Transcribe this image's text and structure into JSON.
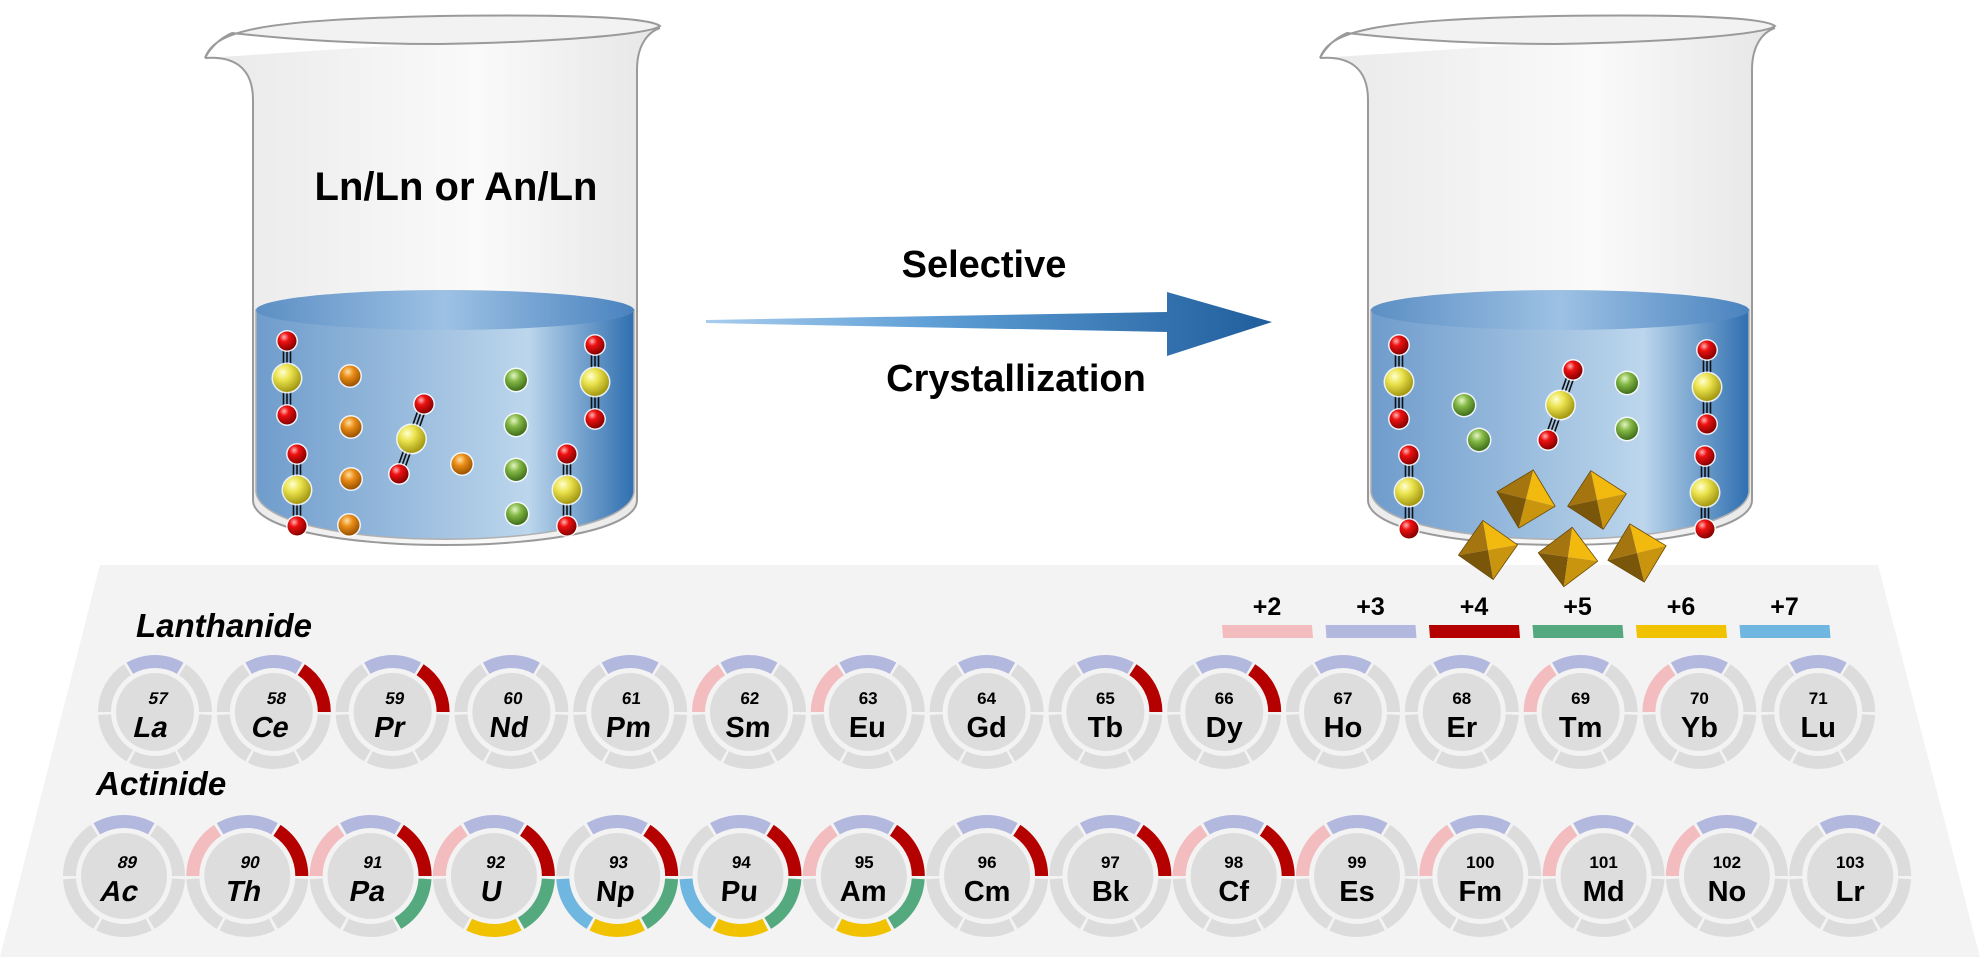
{
  "figure": {
    "left_beaker": {
      "label": "Ln/Ln or An/Ln",
      "contents": {
        "linear_dioxo_cations": 5,
        "orange_ions": 5,
        "green_ions": 4
      }
    },
    "arrow": {
      "line1": "Selective",
      "line2": "Crystallization"
    },
    "right_beaker": {
      "label": "",
      "contents": {
        "linear_dioxo_cations": 5,
        "green_ions": 4,
        "crystals": 5
      }
    }
  },
  "colors": {
    "ox2": "#f3bcbf",
    "ox3": "#b3b8df",
    "ox4": "#b50000",
    "ox5": "#55a97e",
    "ox6": "#f0c200",
    "ox7": "#6fb6e0",
    "inactive": "#dcdcdc",
    "platform": "#f3f3f3",
    "liquid_dark": "#3a77b5",
    "liquid_light": "#bcd6ec",
    "red_atom": "#e00000",
    "yellow_atom": "#e8e24a",
    "orange_atom": "#e98a12",
    "green_atom": "#7cb342",
    "crystal": "#c9950f"
  },
  "legend": {
    "items": [
      {
        "label": "+2",
        "key": "ox2"
      },
      {
        "label": "+3",
        "key": "ox3"
      },
      {
        "label": "+4",
        "key": "ox4"
      },
      {
        "label": "+5",
        "key": "ox5"
      },
      {
        "label": "+6",
        "key": "ox6"
      },
      {
        "label": "+7",
        "key": "ox7"
      }
    ]
  },
  "series": [
    {
      "title": "Lanthanide",
      "elements": [
        {
          "z": "57",
          "symbol": "La",
          "states": [
            3
          ]
        },
        {
          "z": "58",
          "symbol": "Ce",
          "states": [
            3,
            4
          ]
        },
        {
          "z": "59",
          "symbol": "Pr",
          "states": [
            3,
            4
          ]
        },
        {
          "z": "60",
          "symbol": "Nd",
          "states": [
            3
          ]
        },
        {
          "z": "61",
          "symbol": "Pm",
          "states": [
            3
          ]
        },
        {
          "z": "62",
          "symbol": "Sm",
          "states": [
            2,
            3
          ]
        },
        {
          "z": "63",
          "symbol": "Eu",
          "states": [
            2,
            3
          ]
        },
        {
          "z": "64",
          "symbol": "Gd",
          "states": [
            3
          ]
        },
        {
          "z": "65",
          "symbol": "Tb",
          "states": [
            3,
            4
          ]
        },
        {
          "z": "66",
          "symbol": "Dy",
          "states": [
            3,
            4
          ]
        },
        {
          "z": "67",
          "symbol": "Ho",
          "states": [
            3
          ]
        },
        {
          "z": "68",
          "symbol": "Er",
          "states": [
            3
          ]
        },
        {
          "z": "69",
          "symbol": "Tm",
          "states": [
            2,
            3
          ]
        },
        {
          "z": "70",
          "symbol": "Yb",
          "states": [
            2,
            3
          ]
        },
        {
          "z": "71",
          "symbol": "Lu",
          "states": [
            3
          ]
        }
      ]
    },
    {
      "title": "Actinide",
      "elements": [
        {
          "z": "89",
          "symbol": "Ac",
          "states": [
            3
          ]
        },
        {
          "z": "90",
          "symbol": "Th",
          "states": [
            2,
            3,
            4
          ]
        },
        {
          "z": "91",
          "symbol": "Pa",
          "states": [
            2,
            3,
            4,
            5
          ]
        },
        {
          "z": "92",
          "symbol": "U",
          "states": [
            2,
            3,
            4,
            5,
            6
          ]
        },
        {
          "z": "93",
          "symbol": "Np",
          "states": [
            3,
            4,
            5,
            6,
            7
          ]
        },
        {
          "z": "94",
          "symbol": "Pu",
          "states": [
            3,
            4,
            5,
            6,
            7
          ]
        },
        {
          "z": "95",
          "symbol": "Am",
          "states": [
            2,
            3,
            4,
            5,
            6
          ]
        },
        {
          "z": "96",
          "symbol": "Cm",
          "states": [
            3,
            4
          ]
        },
        {
          "z": "97",
          "symbol": "Bk",
          "states": [
            3,
            4
          ]
        },
        {
          "z": "98",
          "symbol": "Cf",
          "states": [
            2,
            3,
            4
          ]
        },
        {
          "z": "99",
          "symbol": "Es",
          "states": [
            2,
            3
          ]
        },
        {
          "z": "100",
          "symbol": "Fm",
          "states": [
            2,
            3
          ]
        },
        {
          "z": "101",
          "symbol": "Md",
          "states": [
            2,
            3
          ]
        },
        {
          "z": "102",
          "symbol": "No",
          "states": [
            2,
            3
          ]
        },
        {
          "z": "103",
          "symbol": "Lr",
          "states": [
            3
          ]
        }
      ]
    }
  ]
}
